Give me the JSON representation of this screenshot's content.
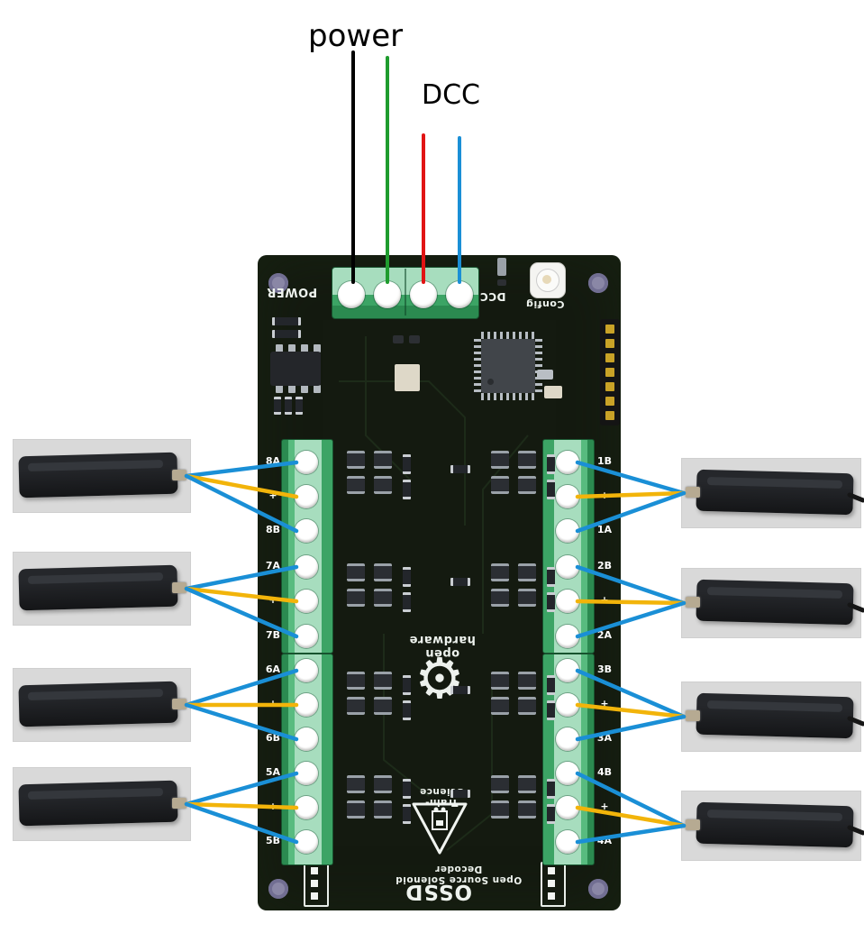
{
  "annotations": {
    "power": "power",
    "dcc": "DCC"
  },
  "silkscreen": {
    "power": "POWER",
    "dcc": "DCC",
    "config": "Config",
    "ossd": "OSSD",
    "subtitle": "Open Source Solenoid Decoder",
    "brand": "Train-Science",
    "oshw": "open hardware"
  },
  "terminals": {
    "left": [
      "8A",
      "+",
      "8B",
      "7A",
      "+",
      "7B",
      "6A",
      "+",
      "6B",
      "5A",
      "+",
      "5B"
    ],
    "right": [
      "1B",
      "+",
      "1A",
      "2B",
      "+",
      "2A",
      "3B",
      "+",
      "3A",
      "4B",
      "+",
      "4A"
    ]
  },
  "wires": {
    "power_colors": [
      "#000000",
      "#1f9c2e"
    ],
    "dcc_colors": [
      "#e11414",
      "#1a8fd6"
    ],
    "motor_colors": [
      "#1a8fd6",
      "#f2b40a",
      "#1a8fd6"
    ],
    "cable_color": "#161616"
  },
  "motors": {
    "left_count": 4,
    "right_count": 4
  }
}
